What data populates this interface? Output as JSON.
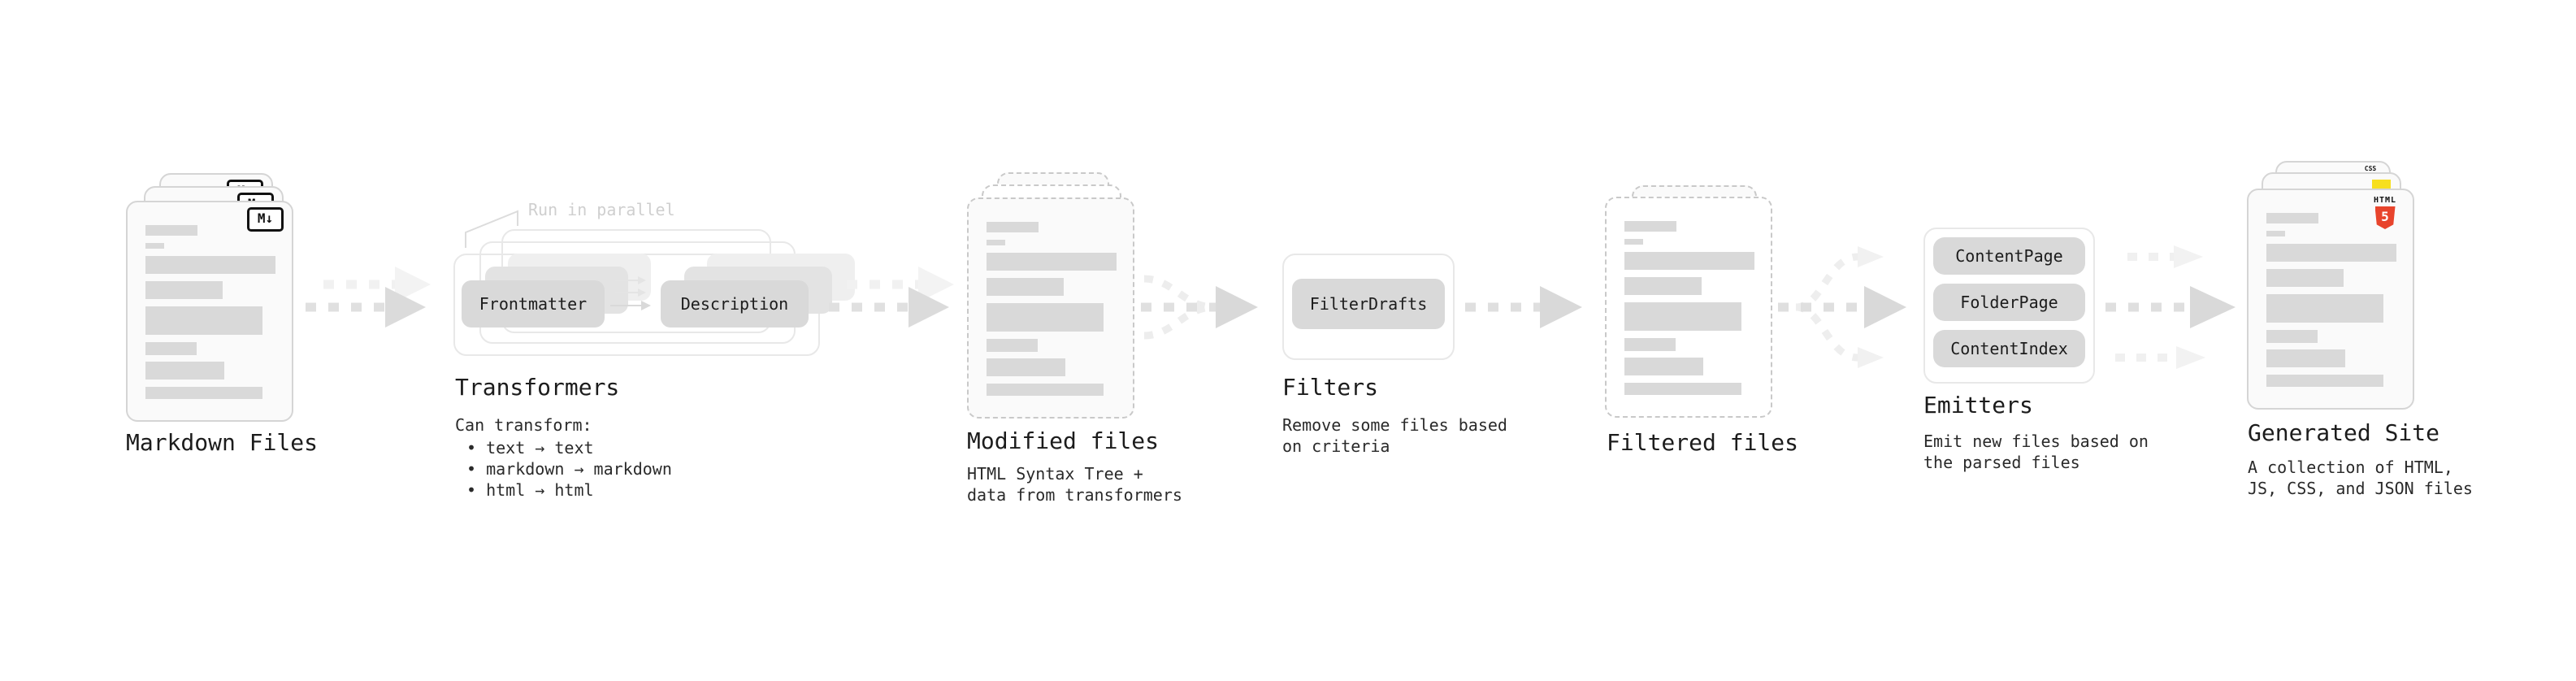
{
  "stages": {
    "markdown": {
      "label": "Markdown Files"
    },
    "transformers": {
      "label": "Transformers",
      "annotation": "Run in parallel",
      "chip1": "Frontmatter",
      "chip2": "Description",
      "caption1": "Can transform:",
      "bullet1": "• text → text",
      "bullet2": "• markdown → markdown",
      "bullet3": "• html → html"
    },
    "modified": {
      "label": "Modified files",
      "caption1": "HTML Syntax Tree +",
      "caption2": "data from transformers"
    },
    "filters": {
      "label": "Filters",
      "chip1": "FilterDrafts",
      "caption1": "Remove some files based",
      "caption2": "on criteria"
    },
    "filtered": {
      "label": "Filtered files"
    },
    "emitters": {
      "label": "Emitters",
      "chip1": "ContentPage",
      "chip2": "FolderPage",
      "chip3": "ContentIndex",
      "caption1": "Emit new files based on",
      "caption2": "the parsed files"
    },
    "generated": {
      "label": "Generated Site",
      "caption1": "A collection of HTML,",
      "caption2": "JS, CSS, and JSON files"
    }
  },
  "icons": {
    "markdown_badge": "M↓",
    "html5_label": "HTML",
    "html5_number": "5",
    "css_label": "CSS"
  },
  "colors": {
    "html5_orange": "#e8442c",
    "js_yellow": "#f7df1e",
    "css_blue": "#2b63f0",
    "chip_gray": "#d9d9d9",
    "bar_gray": "#d9d9d9",
    "card_bg": "#fafafa",
    "arrow_gray": "#dedede",
    "arrow_ghost_gray": "#f1f1f1",
    "annotation_gray": "#cfcfcf",
    "text_dark": "#1c1c1c"
  }
}
